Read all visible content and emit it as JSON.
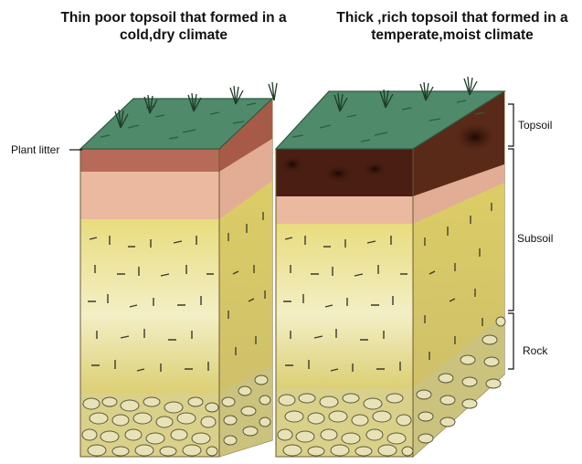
{
  "captions": {
    "left": "Thin poor topsoil that formed in a cold,dry climate",
    "right": "Thick ,rich topsoil that formed in a temperate,moist climate"
  },
  "labels": {
    "plant_litter": "Plant litter",
    "topsoil": "Topsoil",
    "subsoil": "Subsoil",
    "rock": "Rock"
  },
  "colors": {
    "grass_top": "#4f8a6a",
    "thin_topsoil": "#b86a58",
    "thick_topsoil": "#4a1e12",
    "pink_layer": "#eab9a0",
    "subsoil": "#e6d77a",
    "rock_bg": "#d9d08a",
    "pebble": "#e8e2b8"
  }
}
